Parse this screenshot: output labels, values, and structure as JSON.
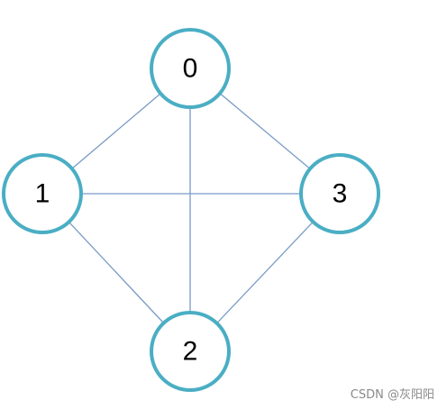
{
  "graph": {
    "colors": {
      "node_stroke": "#4aaec4",
      "edge": "#7a9cc6"
    },
    "nodes": [
      {
        "id": "0",
        "label": "0"
      },
      {
        "id": "1",
        "label": "1"
      },
      {
        "id": "2",
        "label": "2"
      },
      {
        "id": "3",
        "label": "3"
      }
    ],
    "edges": [
      {
        "from": "0",
        "to": "1"
      },
      {
        "from": "0",
        "to": "2"
      },
      {
        "from": "0",
        "to": "3"
      },
      {
        "from": "1",
        "to": "2"
      },
      {
        "from": "1",
        "to": "3"
      },
      {
        "from": "2",
        "to": "3"
      }
    ]
  },
  "watermark": {
    "text": "CSDN @灰阳阳"
  }
}
